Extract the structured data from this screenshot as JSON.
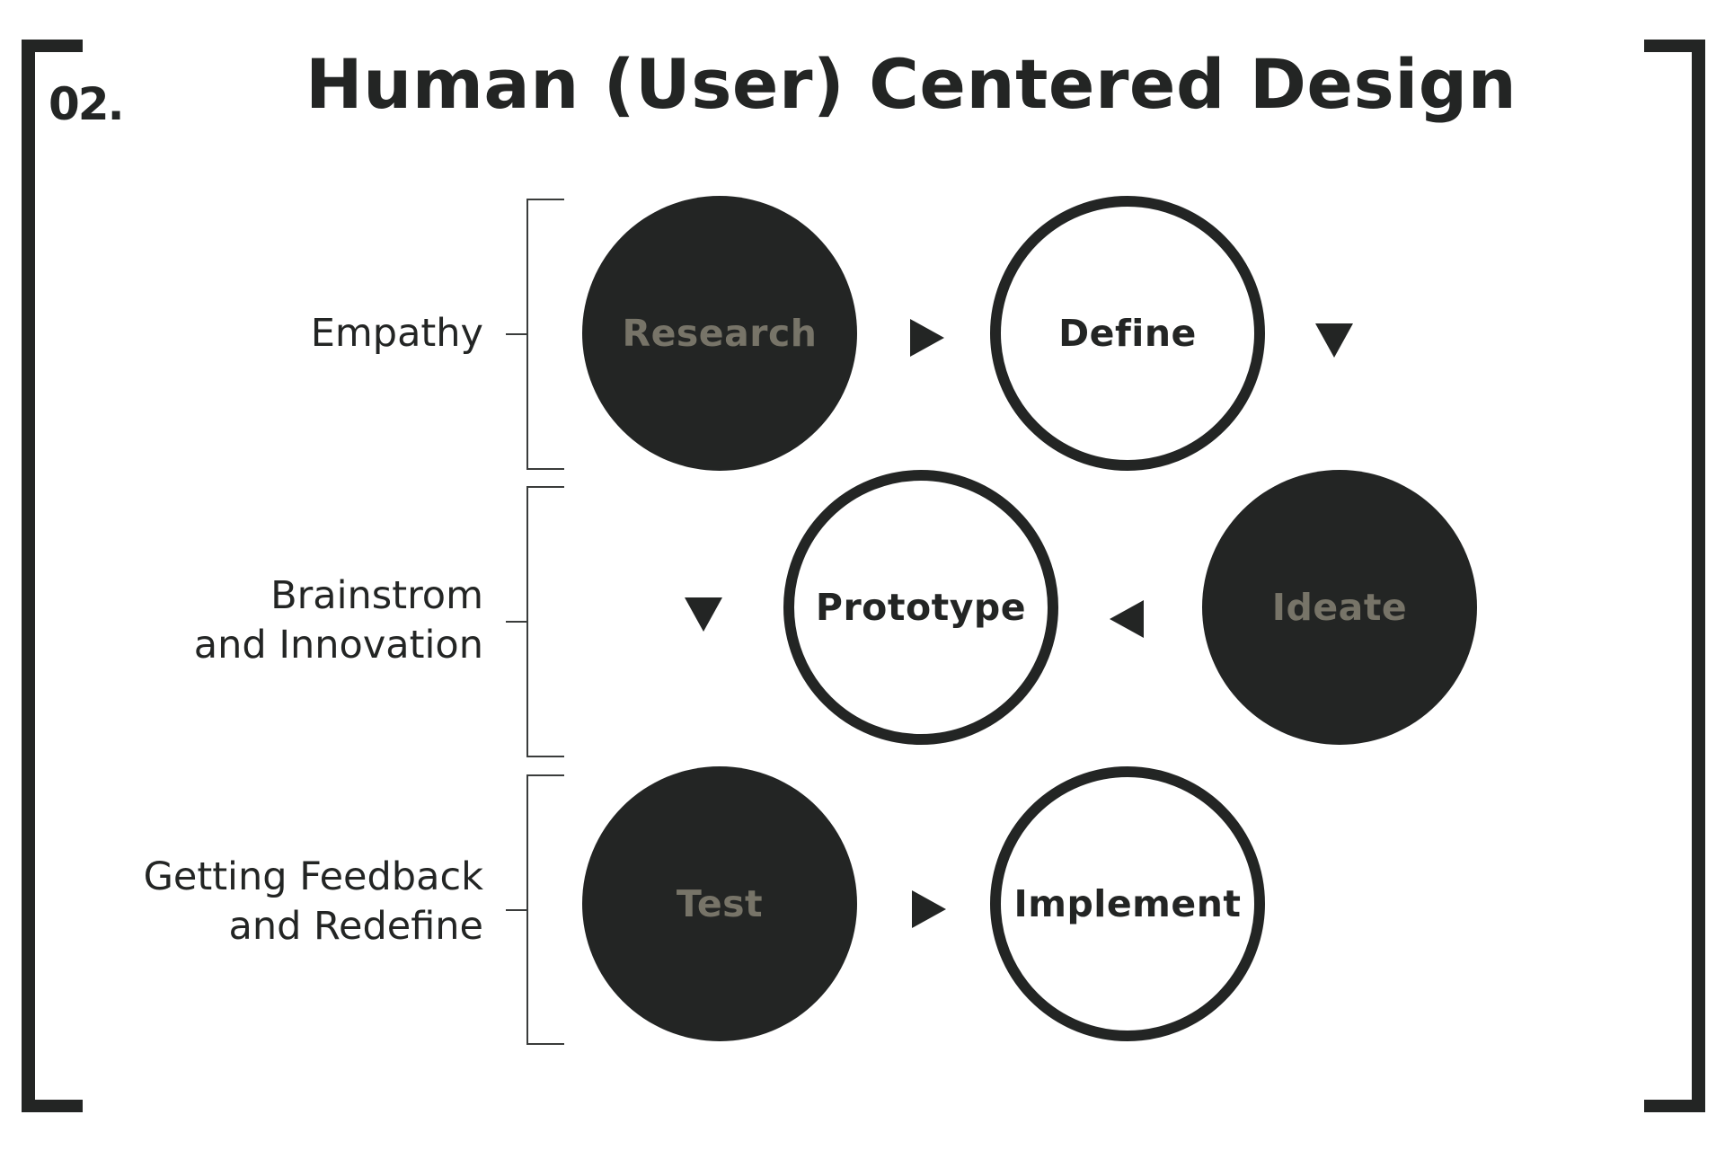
{
  "header": {
    "section_number": "02.",
    "title": "Human (User) Centered Design"
  },
  "colors": {
    "dark": "#232524",
    "muted_text": "#777468",
    "background": "#ffffff"
  },
  "phases": [
    {
      "label_lines": [
        "Empathy"
      ],
      "steps": [
        "Research",
        "Define"
      ]
    },
    {
      "label_lines": [
        "Brainstrom",
        "and Innovation"
      ],
      "steps": [
        "Ideate",
        "Prototype"
      ]
    },
    {
      "label_lines": [
        "Getting Feedback",
        "and Redefine"
      ],
      "steps": [
        "Test",
        "Implement"
      ]
    }
  ],
  "steps": {
    "research": {
      "label": "Research",
      "style": "filled"
    },
    "define": {
      "label": "Define",
      "style": "outline"
    },
    "ideate": {
      "label": "Ideate",
      "style": "filled"
    },
    "prototype": {
      "label": "Prototype",
      "style": "outline"
    },
    "test": {
      "label": "Test",
      "style": "filled"
    },
    "implement": {
      "label": "Implement",
      "style": "outline"
    }
  },
  "flow": [
    {
      "from": "Research",
      "to": "Define",
      "arrow": "right-arrow"
    },
    {
      "from": "Define",
      "to": "Ideate",
      "arrow": "down-arrow"
    },
    {
      "from": "Ideate",
      "to": "Prototype",
      "arrow": "left-arrow"
    },
    {
      "from": "Prototype",
      "to": "Test",
      "arrow": "down-arrow"
    },
    {
      "from": "Test",
      "to": "Implement",
      "arrow": "right-arrow"
    }
  ]
}
